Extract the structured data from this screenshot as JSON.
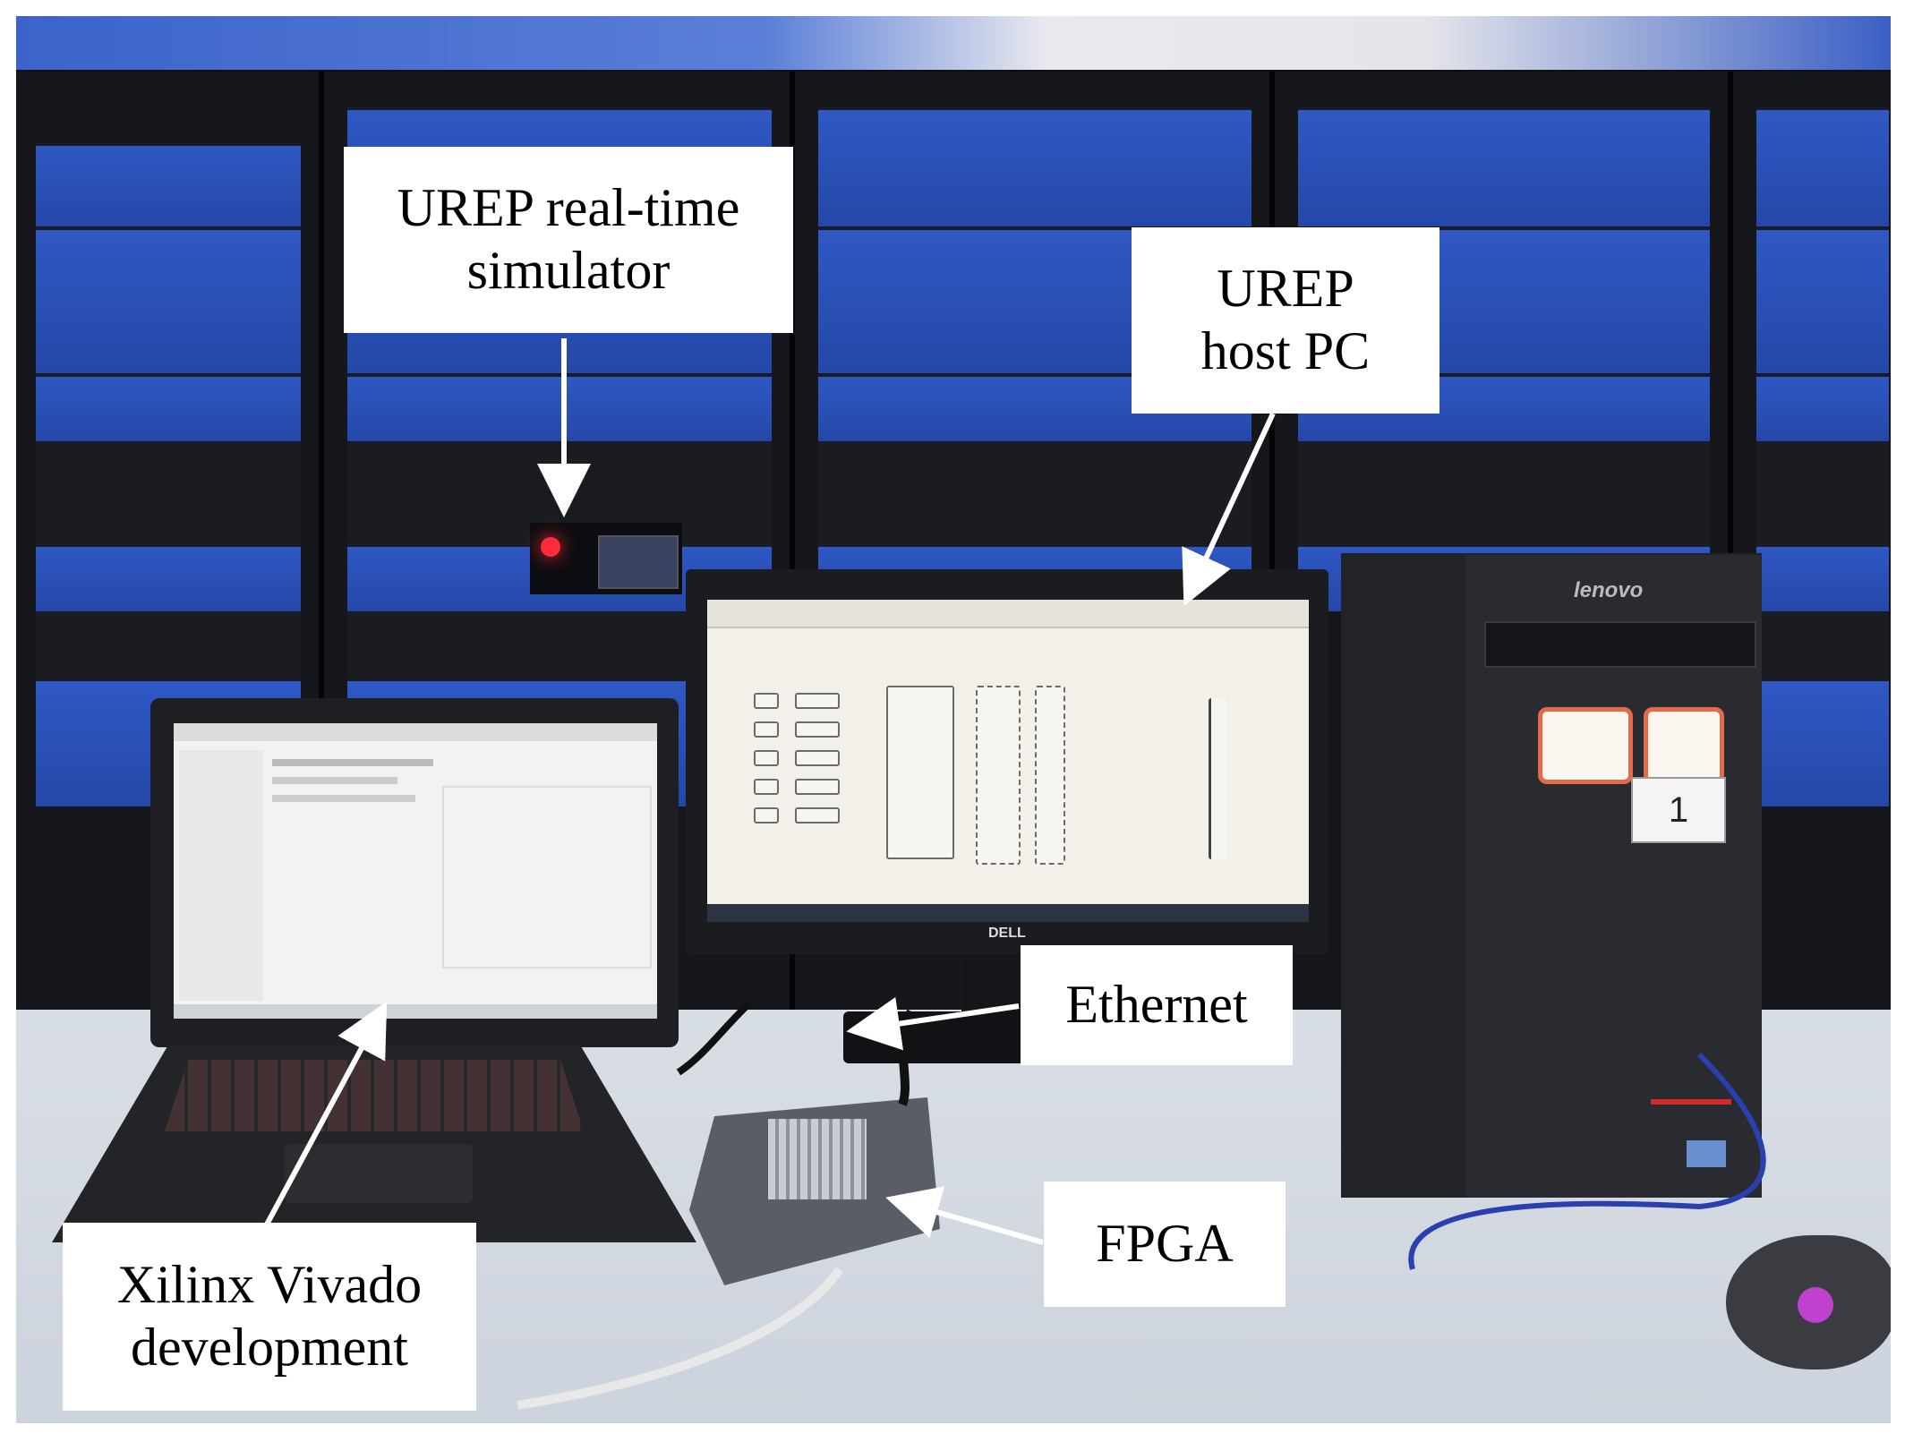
{
  "labels": {
    "simulator": {
      "line1": "UREP real-time",
      "line2": "simulator"
    },
    "host_pc": {
      "line1": "UREP",
      "line2": "host PC"
    },
    "ethernet": "Ethernet",
    "fpga": "FPGA",
    "vivado": {
      "line1": "Xilinx Vivado",
      "line2": "development"
    }
  },
  "photo": {
    "monitor_brand": "DELL",
    "pc_brand": "lenovo",
    "pc_tag_number": "1"
  },
  "colors": {
    "rack_blue": "#2a52b8",
    "label_background": "#ffffff",
    "arrow": "#ffffff"
  }
}
